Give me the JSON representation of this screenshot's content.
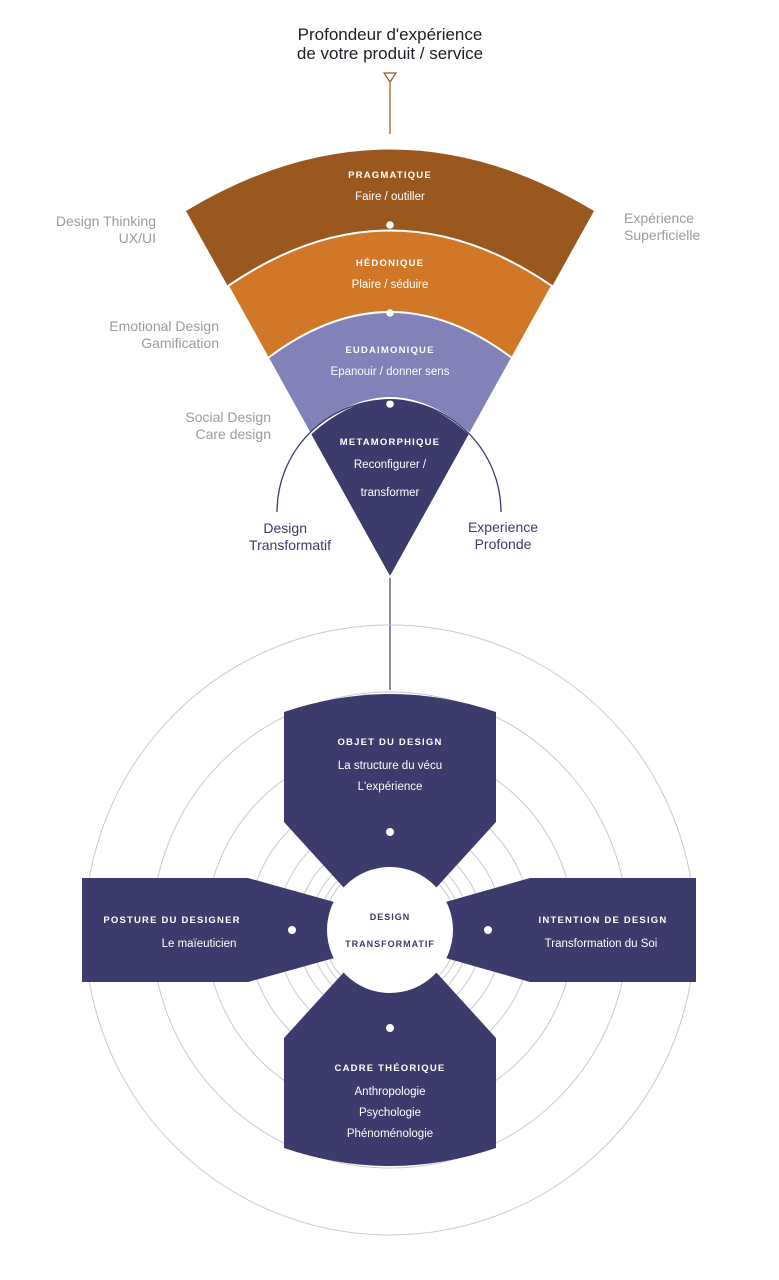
{
  "title": {
    "line1": "Profondeur d'expérience",
    "line2": "de votre produit / service"
  },
  "funnel": {
    "bands": [
      {
        "heading": "PRAGMATIQUE",
        "sub": [
          "Faire / outiller"
        ],
        "color": "#9a581e"
      },
      {
        "heading": "HÉDONIQUE",
        "sub": [
          "Plaire / séduire"
        ],
        "color": "#d07828"
      },
      {
        "heading": "EUDAIMONIQUE",
        "sub": [
          "Epanouir / donner sens"
        ],
        "color": "#8281b8"
      },
      {
        "heading": "METAMORPHIQUE",
        "sub": [
          "Reconfigurer /",
          "transformer"
        ],
        "color": "#3d3b6b"
      }
    ],
    "left_labels": [
      [
        "Design Thinking",
        "UX/UI"
      ],
      [
        "Emotional Design",
        "Gamification"
      ],
      [
        "Social Design",
        "Care design"
      ]
    ],
    "right_labels": [
      [
        "Expérience",
        "Superficielle"
      ]
    ],
    "bottom_left": [
      "Design",
      "Transformatif"
    ],
    "bottom_right": [
      "Experience",
      "Profonde"
    ]
  },
  "wheel": {
    "center": [
      "DESIGN",
      "TRANSFORMATIF"
    ],
    "top": {
      "heading": "OBJET DU DESIGN",
      "lines": [
        "La structure du vécu",
        "L'expérience"
      ]
    },
    "left": {
      "heading": "POSTURE DU DESIGNER",
      "lines": [
        "Le maïeuticien"
      ]
    },
    "right": {
      "heading": "INTENTION DE DESIGN",
      "lines": [
        "Transformation du Soi"
      ]
    },
    "bottom": {
      "heading": "CADRE THÉORIQUE",
      "lines": [
        "Anthropologie",
        "Psychologie",
        "Phénoménologie"
      ]
    }
  },
  "colors": {
    "navy": "#3d3b6b",
    "brown": "#9a581e",
    "orange": "#d07828",
    "lavender": "#8281b8",
    "ring": "#c9c9cf"
  }
}
